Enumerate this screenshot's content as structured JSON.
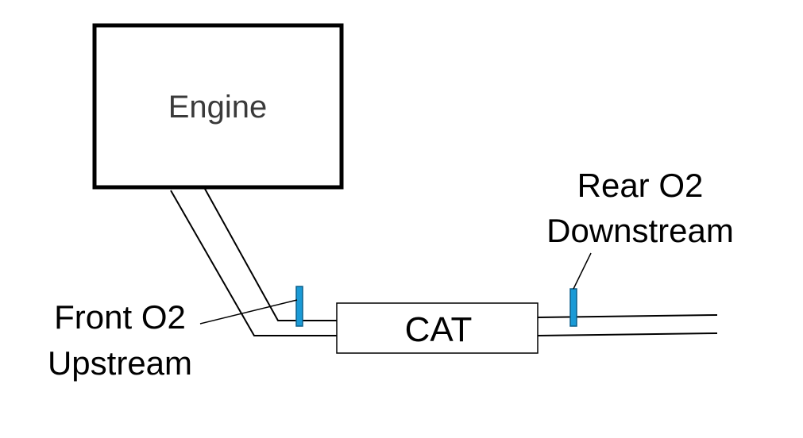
{
  "diagram": {
    "engine": {
      "label": "Engine"
    },
    "catalytic_converter": {
      "label": "CAT"
    },
    "front_sensor": {
      "line1": "Front O2",
      "line2": "Upstream"
    },
    "rear_sensor": {
      "line1": "Rear O2",
      "line2": "Downstream"
    }
  },
  "colors": {
    "outline": "#000000",
    "sensor_fill": "#1a9ad6",
    "sensor_stroke": "#0b5f8a",
    "engine_text": "#3a3a3a",
    "background": "#ffffff"
  }
}
